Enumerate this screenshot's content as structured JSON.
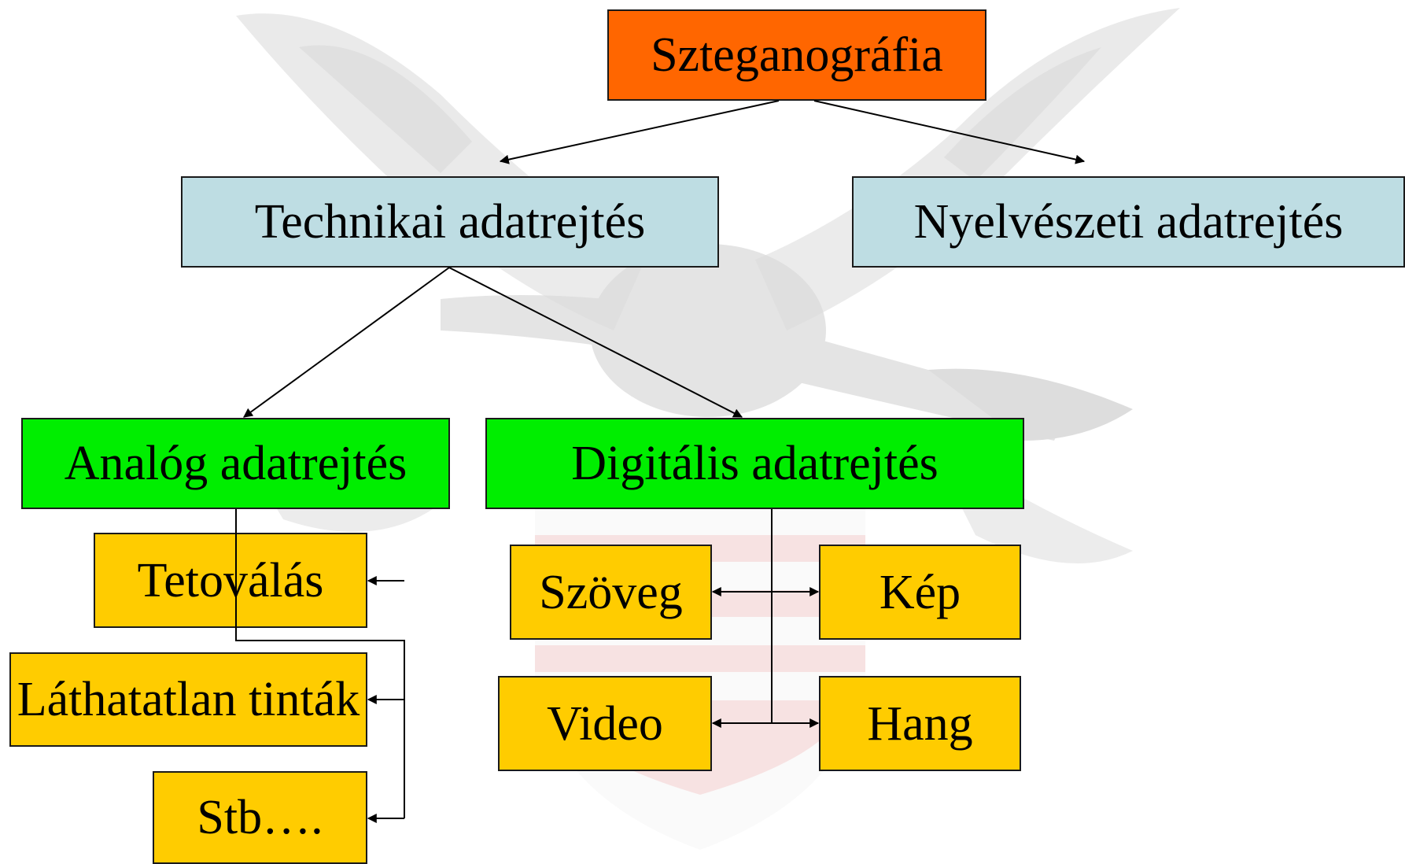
{
  "colors": {
    "root": "#FF6600",
    "level1": "#BEDDE3",
    "level2": "#00EE00",
    "leaf": "#FFCC00",
    "border": "#1a1a1a",
    "watermark": "#d8d8d8",
    "watermark_red": "#f2d4d4"
  },
  "nodes": {
    "root": "Szteganográfia",
    "technikai": "Technikai adatrejtés",
    "nyelveszeti": "Nyelvészeti adatrejtés",
    "analog": "Analóg adatrejtés",
    "digitalis": "Digitális adatrejtés",
    "tetovalas": "Tetoválás",
    "lathatatlan": "Láthatatlan tinták",
    "stb": "Stb….",
    "szoveg": "Szöveg",
    "kep": "Kép",
    "video": "Video",
    "hang": "Hang"
  },
  "icons": {
    "background": "eagle-crest-watermark",
    "connector": "arrow"
  }
}
